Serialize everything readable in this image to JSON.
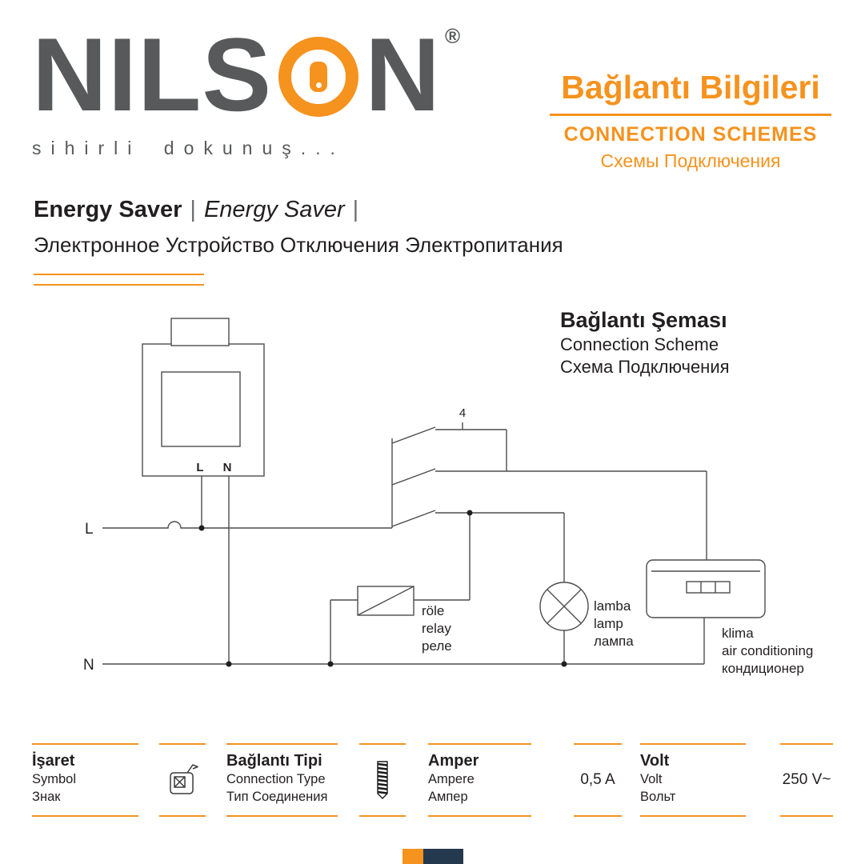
{
  "colors": {
    "orange": "#F6921E",
    "logo_gray": "#58595B",
    "line_gray": "#4D4D4F",
    "navy": "#24384E"
  },
  "logo": {
    "left": "NILS",
    "right": "N",
    "reg": "®",
    "tagline": "sihirli dokunuş..."
  },
  "header": {
    "title": "Bağlantı Bilgileri",
    "subtitle_en": "CONNECTION SCHEMES",
    "subtitle_ru": "Схемы Подключения"
  },
  "product": {
    "name_bold": "Energy Saver",
    "pipe": "|",
    "name_italic": "Energy Saver",
    "name_ru": "Электронное Устройство Отключения Электропитания"
  },
  "scheme": {
    "title_tr": "Bağlantı Şeması",
    "title_en": "Connection Scheme",
    "title_ru": "Схема Подключения",
    "line_l": "L",
    "line_n": "N",
    "terminal_l": "L",
    "terminal_n": "N",
    "contact_number": "4",
    "relay_tr": "röle",
    "relay_en": "relay",
    "relay_ru": "реле",
    "lamp_tr": "lamba",
    "lamp_en": "lamp",
    "lamp_ru": "лампа",
    "ac_tr": "klima",
    "ac_en": "air conditioning",
    "ac_ru": "кондиционер"
  },
  "specs": {
    "symbol": {
      "tr": "İşaret",
      "en": "Symbol",
      "ru": "Знак"
    },
    "connection": {
      "tr": "Bağlantı Tipi",
      "en": "Connection Type",
      "ru": "Тип Соединения"
    },
    "ampere": {
      "tr": "Amper",
      "en": "Ampere",
      "ru": "Ампер",
      "value": "0,5 A"
    },
    "volt": {
      "tr": "Volt",
      "en": "Volt",
      "ru": "Вольт",
      "value": "250 V~"
    }
  }
}
